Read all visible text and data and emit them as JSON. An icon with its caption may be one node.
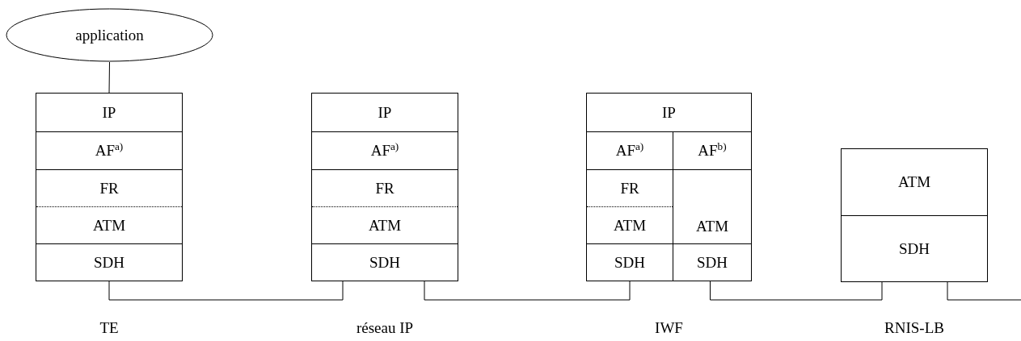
{
  "diagram": {
    "nodes": [
      {
        "text": [
          "application"
        ]
      },
      {
        "text": [],
        "shape": "box",
        "beside": [
          "TE"
        ]
      },
      {
        "text": [
          "IP"
        ],
        "in": 1
      },
      {
        "text": [
          "AF$^{a)}$"
        ],
        "in": 1
      },
      {
        "text": [
          "FR"
        ],
        "in": 1
      },
      {
        "text": [
          "ATM"
        ],
        "in": 1
      },
      {
        "text": [
          "SDH"
        ],
        "in": 1
      },
      {
        "text": [],
        "shape": "box",
        "beside": [
          "réseau IP"
        ]
      },
      {
        "text": [
          "IP"
        ],
        "in": 7
      },
      {
        "text": [
          "AF$^{a)}$"
        ],
        "in": 7
      },
      {
        "text": [
          "FR"
        ],
        "in": 7
      },
      {
        "text": [
          "ATM"
        ],
        "in": 7
      },
      {
        "text": [
          "SDH"
        ],
        "in": 7
      },
      {
        "text": [],
        "shape": "box",
        "beside": [
          "IWF"
        ]
      },
      {
        "text": [
          "IP"
        ],
        "in": 13
      },
      {
        "text": [
          "AF$^{a)}$"
        ],
        "in": 13
      },
      {
        "text": [
          "AF$^{b)}$"
        ],
        "in": 13
      },
      {
        "text": [
          "FR"
        ],
        "in": 13
      },
      {
        "text": [
          "ATM"
        ],
        "in": 13
      },
      {
        "text": [
          "ATM"
        ],
        "in": 13
      },
      {
        "text": [
          "SDH"
        ],
        "in": 13
      },
      {
        "text": [
          "SDH"
        ],
        "in": 13
      },
      {
        "text": [],
        "shape": "box",
        "beside": [
          "RNIS-LB"
        ]
      },
      {
        "text": [
          "ATM"
        ],
        "in": 22
      },
      {
        "text": [
          "SDH"
        ],
        "in": 22
      }
    ],
    "edges": [
      {
        "from": 0,
        "to": 2,
        "arrow": "none"
      },
      {
        "from": 6,
        "to": 12,
        "arrow": "none"
      },
      {
        "from": 12,
        "to": 20,
        "arrow": "none"
      },
      {
        "from": 21,
        "to": 24,
        "arrow": "none"
      },
      {
        "from": 24,
        "to": null,
        "arrow": "none"
      }
    ]
  }
}
